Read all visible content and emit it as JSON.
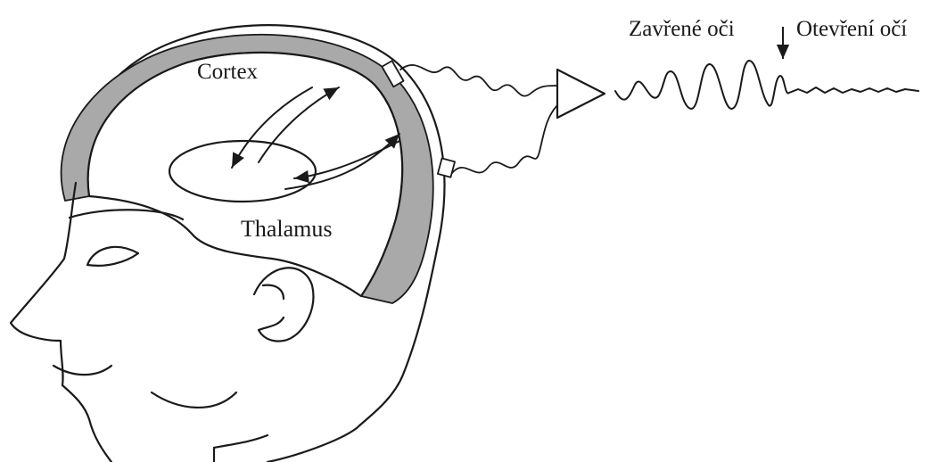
{
  "labels": {
    "cortex": "Cortex",
    "thalamus": "Thalamus",
    "eyes_closed": "Zavřené oči",
    "eyes_open": "Otevření očí"
  },
  "colors": {
    "line": "#1a1a1a",
    "cortex_fill": "#a9a9a9",
    "background": "#ffffff"
  }
}
